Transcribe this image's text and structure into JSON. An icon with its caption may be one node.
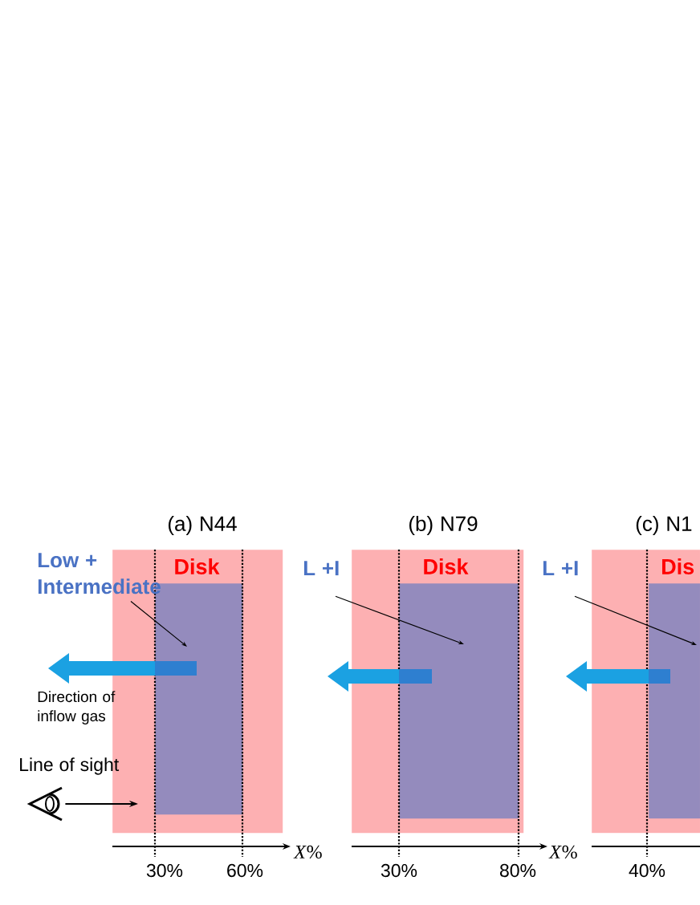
{
  "diagram": {
    "nodes": [
      {
        "text": [
          "(a) N44",
          "Disk"
        ]
      },
      {
        "text": [],
        "shape": "box",
        "in": 0
      },
      {
        "text": [
          "**L**ow + **I**ntermediate"
        ]
      },
      {
        "text": [],
        "shape": "eye"
      },
      {
        "text": [
          "(b) N79",
          "Disk"
        ]
      },
      {
        "text": [],
        "shape": "box",
        "in": 4
      },
      {
        "text": [
          "L +I"
        ]
      },
      {
        "text": [
          "(c) N1",
          "Dis"
        ]
      },
      {
        "text": [],
        "shape": "box",
        "in": 7
      },
      {
        "text": [
          "L +I"
        ]
      }
    ],
    "edges": [
      {
        "from": 2,
        "to": 1,
        "arrow": "to"
      },
      {
        "from": 3,
        "to": 0,
        "arrow": "to"
      },
      {
        "from": 6,
        "to": 5,
        "arrow": "to"
      },
      {
        "from": 9,
        "to": 8,
        "arrow": "to"
      }
    ],
    "labels": [
      "Direction of inflow gas",
      "Line of sight",
      "*X*%",
      "*X*%",
      "30%",
      "60%",
      "30%",
      "80%",
      "40%"
    ]
  }
}
